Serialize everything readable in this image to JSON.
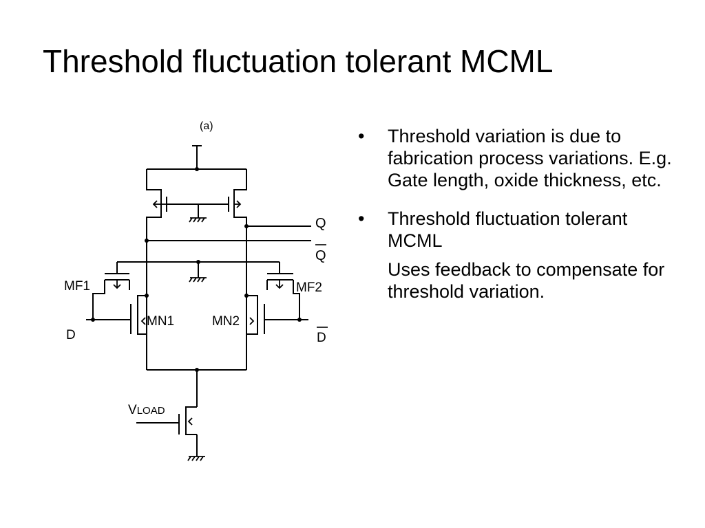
{
  "slide": {
    "title": "Threshold fluctuation tolerant MCML"
  },
  "diagram": {
    "caption": "(a)",
    "labels": {
      "q": "Q",
      "q_bar": "Q",
      "mf1": "MF1",
      "mf2": "MF2",
      "mn1": "MN1",
      "mn2": "MN2",
      "d": "D",
      "d_bar": "D",
      "vload_v": "V",
      "vload_sub": "LOAD"
    }
  },
  "bullets": [
    {
      "symbol": "•",
      "text": "Threshold variation is due to fabrication process variations. E.g. Gate length, oxide thickness, etc."
    },
    {
      "symbol": "•",
      "text": "Threshold fluctuation tolerant MCML",
      "extra": "Uses feedback to compensate for threshold variation."
    }
  ]
}
